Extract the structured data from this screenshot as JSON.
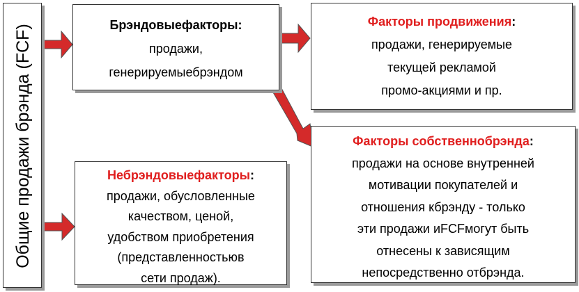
{
  "left_box": {
    "text": "Общие продажи брэнда (FCF)"
  },
  "brand_box": {
    "heading": "Брэндовыефакторы:",
    "lines": [
      "продажи,",
      "генерируемыебрэндом"
    ]
  },
  "promo_box": {
    "heading": "Факторы продвижения",
    "heading_suffix": ":",
    "lines": [
      "продажи, генерируемые",
      "текущей  рекламой",
      "промо-акциями и пр."
    ]
  },
  "own_box": {
    "heading": "Факторы собственнобрэнда",
    "heading_suffix": ":",
    "lines": [
      "продажи на основе внутренней",
      "мотивации покупателей и",
      "отношения кбрэнду - только",
      "эти продажи иFCFмогут быть",
      "отнесены к зависящим",
      "непосредственно отбрэнда."
    ]
  },
  "nonbrand_box": {
    "heading": "Небрэндовыефакторы",
    "heading_suffix": ":",
    "lines": [
      "продажи, обусловленные",
      "качеством, ценой,",
      "удобством приобретения",
      "(представленностьюв",
      "сети продаж)."
    ]
  },
  "colors": {
    "accent_red": "#e01e1e",
    "arrow_red": "#d42a2a",
    "border": "#333333",
    "shadow": "#9a9a9a"
  }
}
